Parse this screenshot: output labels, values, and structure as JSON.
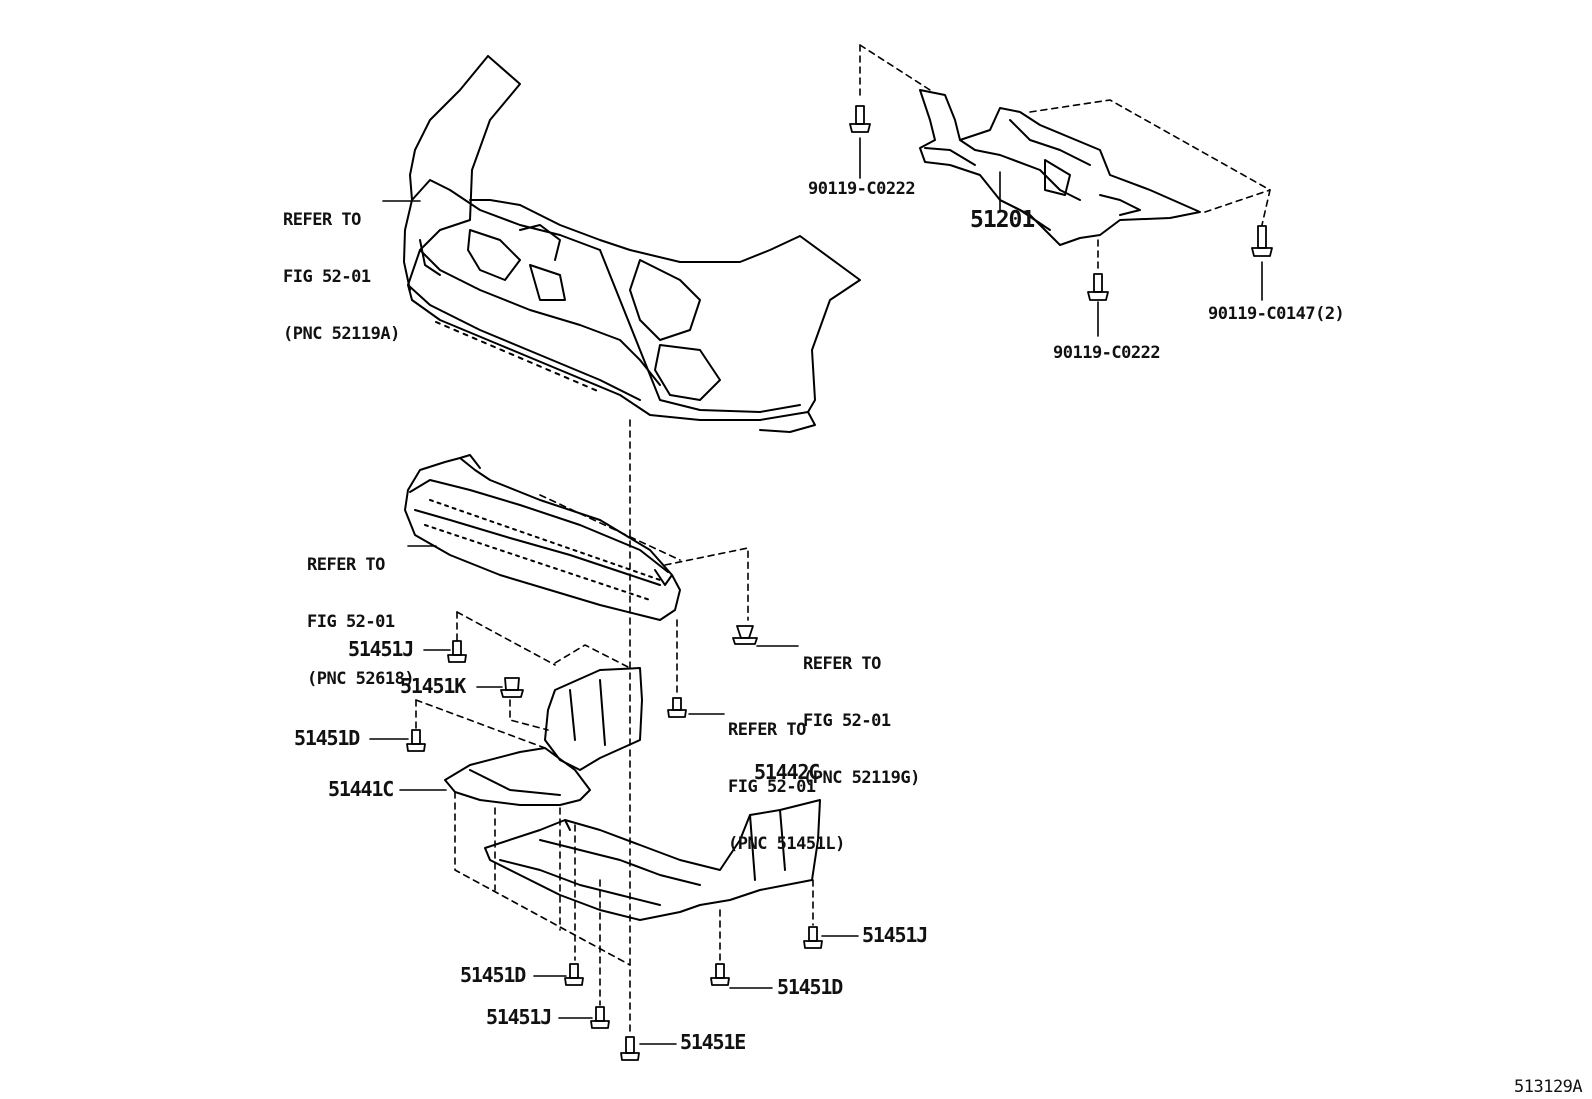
{
  "diagram_id": "513129A",
  "callouts": {
    "bumper_ref": [
      "REFER TO",
      "FIG 52-01",
      "(PNC 52119A)"
    ],
    "cover_ref": [
      "REFER TO",
      "FIG 52-01",
      "(PNC 52618)"
    ],
    "clip_ref": [
      "REFER TO",
      "FIG 52-01",
      "(PNC 52119G)"
    ],
    "bolt_ref": [
      "REFER TO",
      "FIG 52-01",
      "(PNC 51451L)"
    ]
  },
  "parts": {
    "crossmember": "51201",
    "bolt_c0222_top": "90119-C0222",
    "bolt_c0222_bottom": "90119-C0222",
    "bolt_c0147": "90119-C0147(2)",
    "p51451j_upper": "51451J",
    "p51451k": "51451K",
    "p51451d_left": "51451D",
    "p51441c": "51441C",
    "p51442c": "51442C",
    "p51451j_right": "51451J",
    "p51451d_mid": "51451D",
    "p51451d_right": "51451D",
    "p51451j_bottom": "51451J",
    "p51451e": "51451E"
  }
}
